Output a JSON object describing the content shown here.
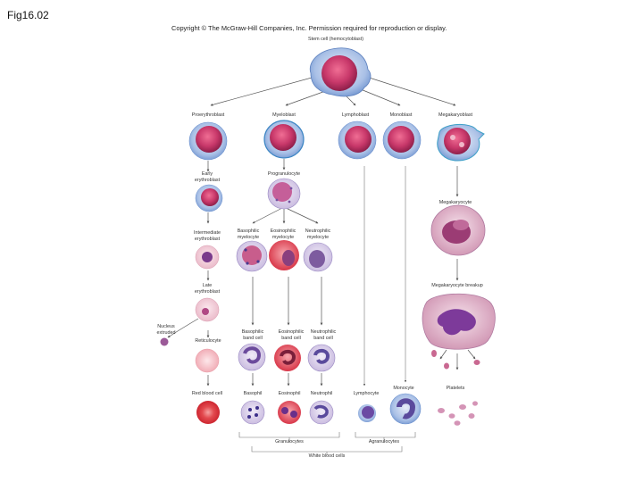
{
  "figure_label": "Fig16.02",
  "copyright": "Copyright © The McGraw-Hill Companies, Inc. Permission required for reproduction or display.",
  "labels": {
    "stem_cell": "Stem cell (hemocytoblast)",
    "proerythroblast": "Proerythroblast",
    "myeloblast": "Myeloblast",
    "lymphoblast": "Lymphoblast",
    "monoblast": "Monoblast",
    "megakaryoblast": "Megakaryoblast",
    "early_erythroblast_1": "Early",
    "early_erythroblast_2": "erythroblast",
    "progranulocyte": "Progranulocyte",
    "megakaryocyte": "Megakaryocyte",
    "intermediate_1": "Intermediate",
    "intermediate_2": "erythroblast",
    "basophilic_myelocyte_1": "Basophilic",
    "basophilic_myelocyte_2": "myelocyte",
    "eosinophilic_myelocyte_1": "Eosinophilic",
    "eosinophilic_myelocyte_2": "myelocyte",
    "neutrophilic_myelocyte_1": "Neutrophilic",
    "neutrophilic_myelocyte_2": "myelocyte",
    "late_erythroblast_1": "Late",
    "late_erythroblast_2": "erythroblast",
    "megakaryocyte_breakup": "Megakaryocyte breakup",
    "nucleus_extruded_1": "Nucleus",
    "nucleus_extruded_2": "extruded",
    "reticulocyte": "Reticulocyte",
    "basophilic_band_1": "Basophilic",
    "basophilic_band_2": "band cell",
    "eosinophilic_band_1": "Eosinophilic",
    "eosinophilic_band_2": "band cell",
    "neutrophilic_band_1": "Neutrophilic",
    "neutrophilic_band_2": "band cell",
    "red_blood_cell": "Red blood cell",
    "basophil": "Basophil",
    "eosinophil": "Eosinophil",
    "neutrophil": "Neutrophil",
    "lymphocyte": "Lymphocyte",
    "monocyte": "Monocyte",
    "platelets": "Platelets",
    "granulocytes": "Granulocytes",
    "agranulocytes": "Agranulocytes",
    "white_blood_cells": "White blood cells"
  },
  "colors": {
    "nucleus": "#c8386a",
    "cytoplasm_blue": "#7fa4d6",
    "cytoplasm_pale": "#d7dcf2",
    "rbc": "#e0353d",
    "eosin": "#d8344a",
    "lavender": "#a58cc4"
  }
}
